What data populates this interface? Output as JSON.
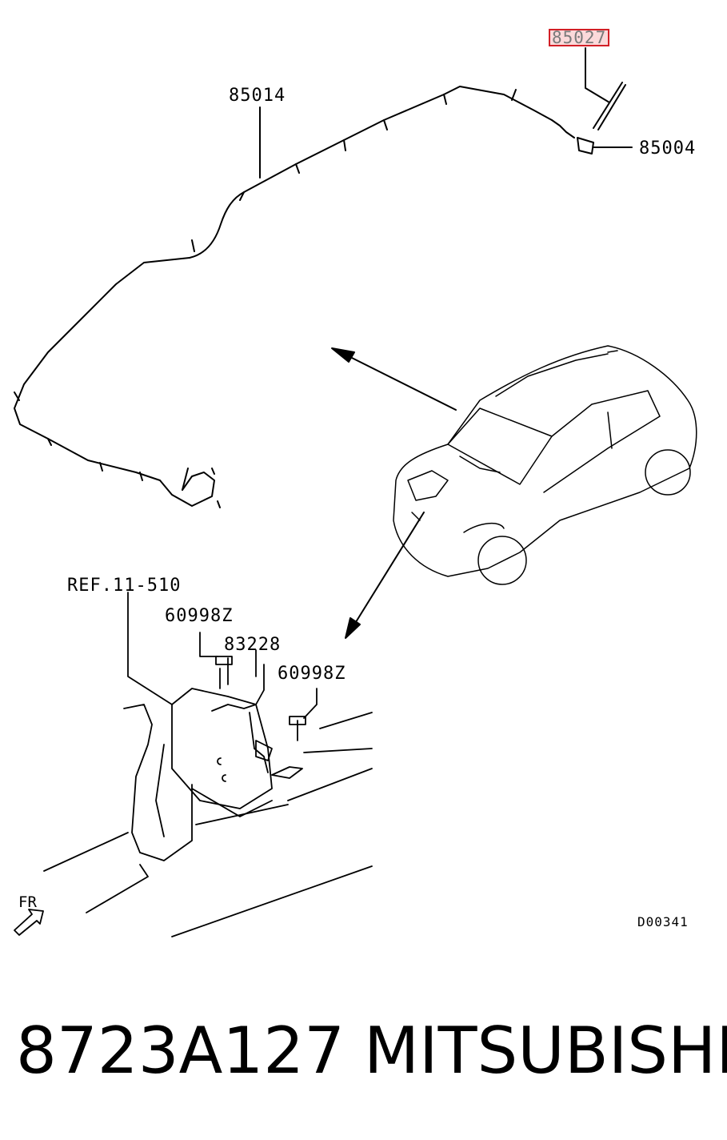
{
  "callouts": {
    "p85027": "85027",
    "p85014": "85014",
    "p85004": "85004",
    "ref": "REF.11-510",
    "bolt_a": "60998Z",
    "p83228": "83228",
    "bolt_b": "60998Z"
  },
  "diagram_code": "D00341",
  "front_marker": "FR",
  "footer": {
    "part_number": "8723A127",
    "brand": "MITSUBISHI"
  },
  "colors": {
    "highlight_border": "#d21f26",
    "highlight_fill": "#fbd9da",
    "line": "#000000"
  }
}
